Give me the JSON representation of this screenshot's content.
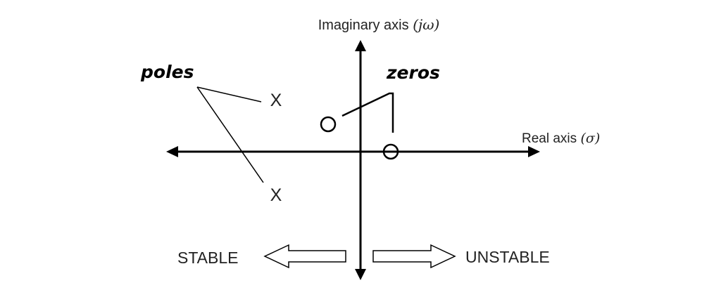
{
  "axes": {
    "imaginary_label": "Imaginary axis",
    "imaginary_symbol": "(jω)",
    "real_label": "Real axis",
    "real_symbol": "(σ)"
  },
  "annotations": {
    "poles_label": "poles",
    "zeros_label": "zeros",
    "pole_marker": "X"
  },
  "regions": {
    "stable_label": "STABLE",
    "unstable_label": "UNSTABLE"
  }
}
